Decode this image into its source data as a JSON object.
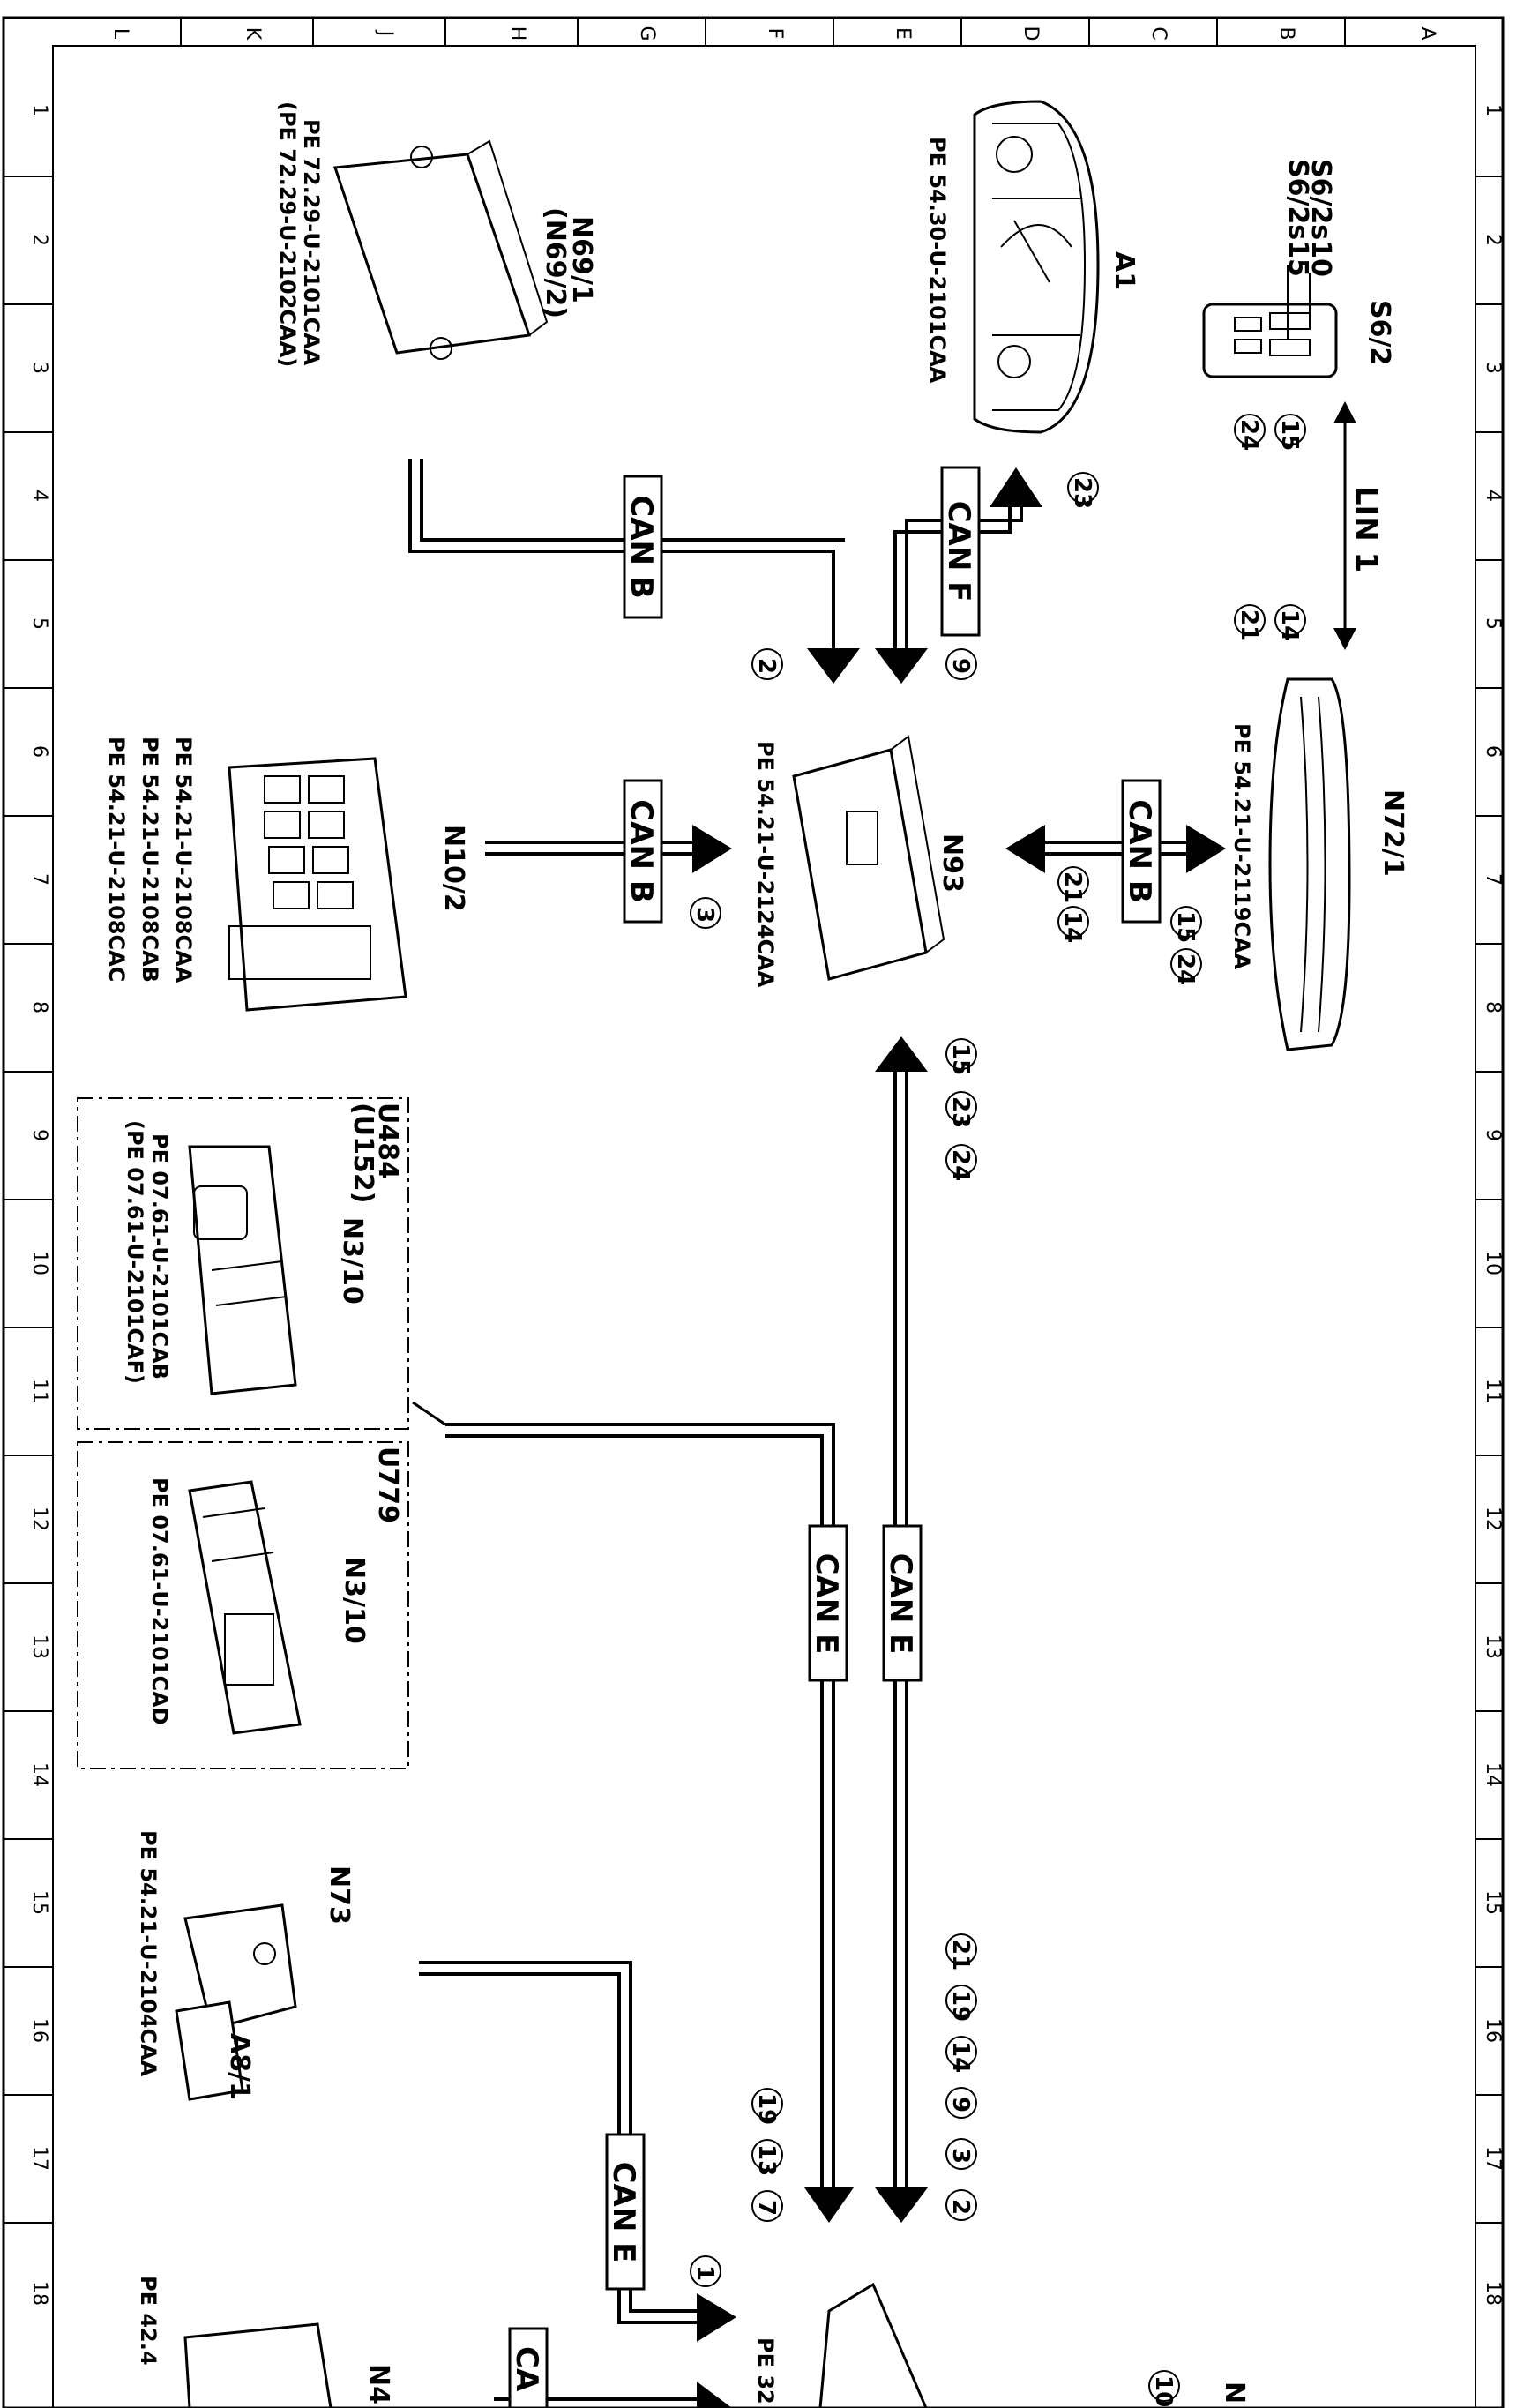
{
  "grid": {
    "rows": [
      "1",
      "2",
      "3",
      "4",
      "5",
      "6",
      "7",
      "8",
      "9",
      "10",
      "11",
      "12",
      "13",
      "14",
      "15",
      "16",
      "17",
      "18"
    ],
    "cols": [
      "A",
      "B",
      "C",
      "D",
      "E",
      "F",
      "G",
      "H",
      "J",
      "K",
      "L"
    ]
  },
  "components": {
    "A1": {
      "code": "A1",
      "pe": "PE 54.30-U-2101CAA"
    },
    "S6_2": {
      "code": "S6/2",
      "sub1": "S6/2s10",
      "sub2": "S6/2s15"
    },
    "N69_1": {
      "code": "N69/1",
      "alt": "(N69/2)",
      "pe1": "PE 72.29-U-2101CAA",
      "pe2": "(PE 72.29-U-2102CAA)"
    },
    "N72_1": {
      "code": "N72/1",
      "pe": "PE 54.21-U-2119CAA"
    },
    "N93": {
      "code": "N93",
      "pe": "PE 54.21-U-2124CAA"
    },
    "N10_2": {
      "code": "N10/2",
      "pe1": "PE 54.21-U-2108CAA",
      "pe2": "PE 54.21-U-2108CAB",
      "pe3": "PE 54.21-U-2108CAC"
    },
    "N3_10_a": {
      "code": "N3/10",
      "var1": "U484",
      "var2": "(U152)",
      "pe1": "PE 07.61-U-2101CAB",
      "pe2": "(PE 07.61-U-2101CAF)"
    },
    "N3_10_b": {
      "code": "N3/10",
      "var": "U779",
      "pe": "PE 07.61-U-2101CAD"
    },
    "N73": {
      "code": "N73",
      "sub": "A8/1",
      "pe": "PE 54.21-U-2104CAA"
    },
    "N4x": {
      "code": "N4",
      "pe": "PE 42.4"
    },
    "bottom": {
      "pe": "PE 32",
      "n": "N",
      "ref": "10"
    }
  },
  "buses": {
    "can_b": "CAN B",
    "can_f": "CAN F",
    "can_e": "CAN E",
    "lin1": "LIN 1",
    "can_partial": "CA"
  },
  "refs": {
    "r23_a1": "23",
    "r9": "9",
    "r2": "2",
    "r3": "3",
    "r15_s6": "15",
    "r24_s6": "24",
    "r14_n72": "14",
    "r21_n72": "21",
    "n93_left": [
      "14",
      "21"
    ],
    "n93_right": [
      "15",
      "24"
    ],
    "can_e_top": [
      "15",
      "23",
      "24"
    ],
    "can_e_right": [
      "21",
      "19",
      "14",
      "9",
      "3",
      "2"
    ],
    "can_e_left": [
      "19",
      "13",
      "7"
    ],
    "r1": "1"
  }
}
